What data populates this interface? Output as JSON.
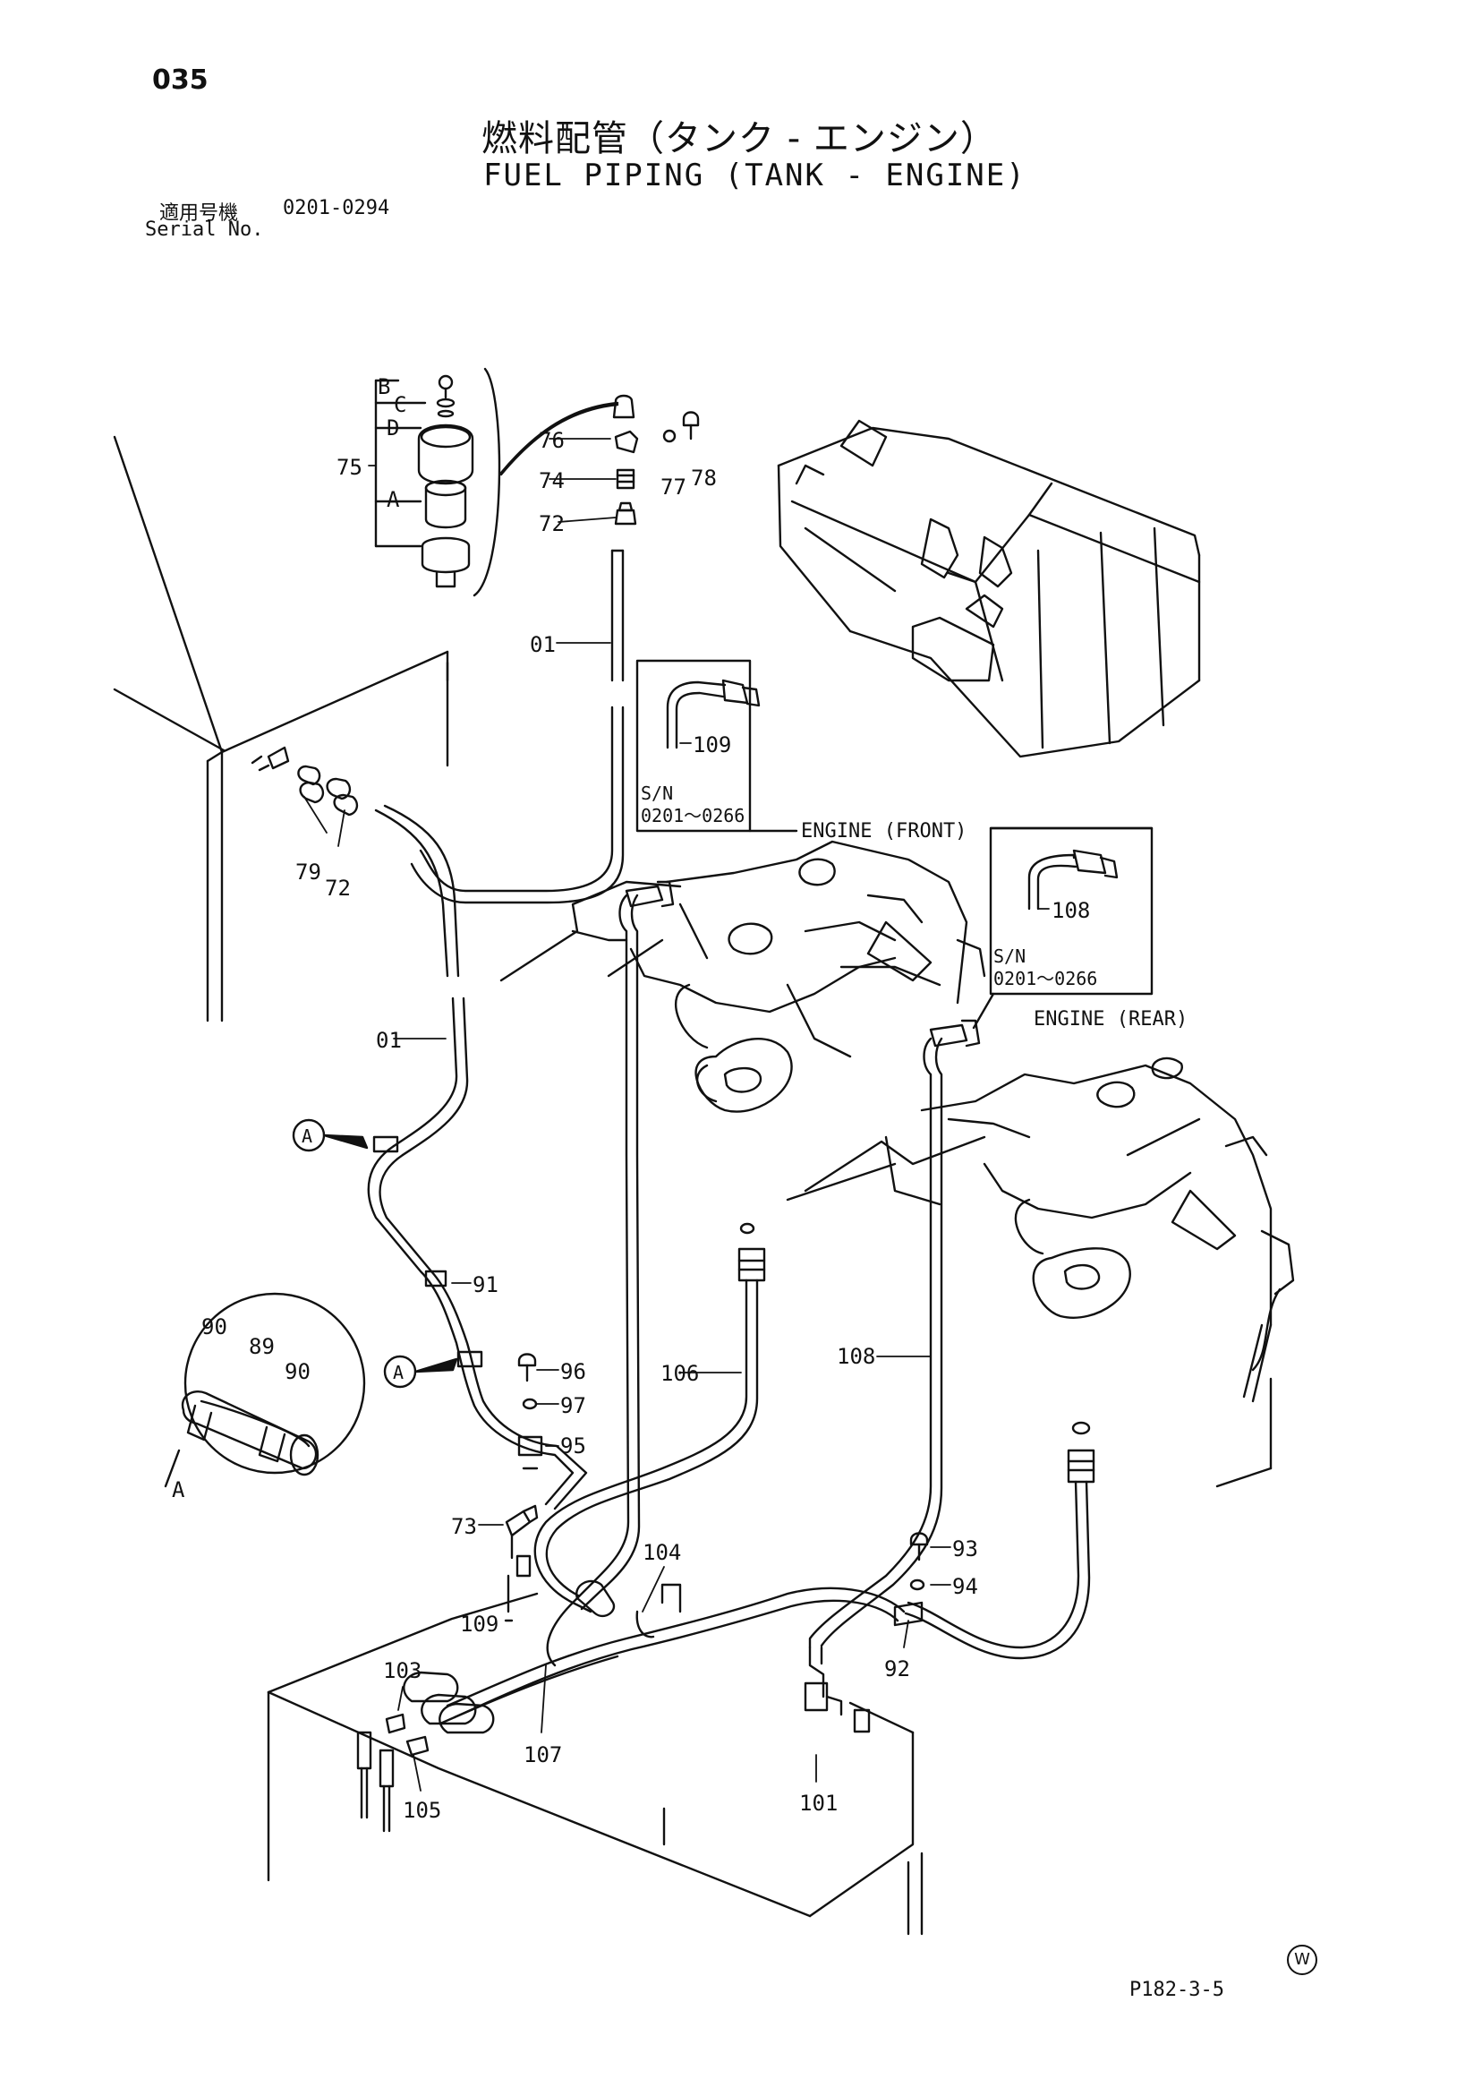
{
  "header": {
    "page_number": "035",
    "title_ja": "燃料配管（タンク - エンジン）",
    "title_en": "FUEL PIPING (TANK - ENGINE)",
    "serial_label_ja": "適用号機",
    "serial_label_en": "Serial No.",
    "serial_range": "0201-0294"
  },
  "footer": {
    "reference": "P182-3-5",
    "mark": "W"
  },
  "labels": {
    "engine_front": "ENGINE (FRONT)",
    "engine_rear": "ENGINE (REAR)",
    "sn": "S/N",
    "sn_range": "0201～0266",
    "detail_a": "A"
  },
  "callouts": {
    "p01": "01",
    "p72": "72",
    "p73": "73",
    "p74": "74",
    "p75": "75",
    "p76": "76",
    "p77": "77",
    "p78": "78",
    "p79": "79",
    "p89": "89",
    "p90": "90",
    "p91": "91",
    "p92": "92",
    "p93": "93",
    "p94": "94",
    "p95": "95",
    "p96": "96",
    "p97": "97",
    "p101": "101",
    "p103": "103",
    "p104": "104",
    "p105": "105",
    "p106": "106",
    "p107": "107",
    "p108": "108",
    "p109": "109",
    "sub_a": "A",
    "sub_b": "B",
    "sub_c": "C",
    "sub_d": "D"
  }
}
